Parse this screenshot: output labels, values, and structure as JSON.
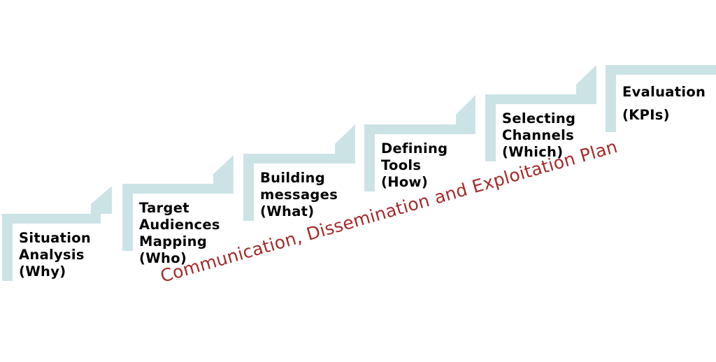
{
  "colors": {
    "step_fill": "#cce3e5",
    "text": "#000000",
    "plan_title": "#a52a2a",
    "background": "#ffffff"
  },
  "steps": [
    {
      "label": "Situation\nAnalysis\n(Why)"
    },
    {
      "label": "Target\nAudiences\nMapping\n(Who)"
    },
    {
      "label": "Building\nmessages\n(What)"
    },
    {
      "label": "Defining\nTools\n(How)"
    },
    {
      "label": "Selecting\nChannels\n(Which)"
    },
    {
      "label": "Evaluation\n(KPIs)"
    }
  ],
  "plan_title": "Communication, Dissemination and Exploitation Plan"
}
